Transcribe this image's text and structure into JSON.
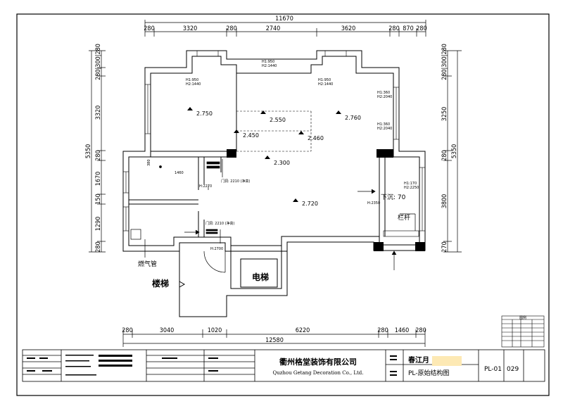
{
  "dims_top": {
    "total": "11670",
    "segments": [
      "280",
      "3320",
      "280",
      "2740",
      "3620",
      "280",
      "870",
      "280"
    ]
  },
  "dims_bottom": {
    "total": "12580",
    "segments": [
      "280",
      "3040",
      "1020",
      "6220",
      "280",
      "1460",
      "280"
    ]
  },
  "dims_left": {
    "total": "5350",
    "segments": [
      "280",
      "3320",
      "1670",
      "150",
      "1290",
      "280"
    ],
    "top_group": "280|300|280"
  },
  "dims_right": {
    "total": "5350",
    "segments": [
      "3250",
      "280",
      "3800",
      "270"
    ],
    "top_group": "280|300|280"
  },
  "levels": [
    "2.750",
    "2.550",
    "2.760",
    "2.450",
    "2.460",
    "2.300",
    "2.720"
  ],
  "window_notes": {
    "w1_h1": "H1:950",
    "w1_h2": "H2:1440",
    "w2_h1": "H1:950",
    "w2_h2": "H2:1440",
    "w3_h1": "H1:950",
    "w3_h2": "H2:1440",
    "w4_h1": "H1:360",
    "w4_h2": "H2:2040",
    "w5_h1": "H1:360",
    "w5_h2": "H2:2040",
    "w6_h1": "H1:170",
    "w6_h2": "H2:2250"
  },
  "small_notes": {
    "h2270": "H:2270",
    "h2350": "H:2350",
    "h2700": "H:2700",
    "dim1460": "1460",
    "dim380": "380",
    "door1": "门洞: 2210 (净高)",
    "door2": "门洞: 2210 (净高)"
  },
  "room_labels": {
    "drop": "下沉: 70",
    "railing": "栏杆",
    "gas": "燃气管",
    "stairs": "楼梯",
    "elevator": "电梯"
  },
  "title_block": {
    "company_cn": "衢州格堂装饰有限公司",
    "company_en": "Quzhou Getang Decoration Co., Ltd.",
    "project": "春江月",
    "drawing_name": "PL-原始结构图",
    "drawing_code": "PL-01",
    "sheet_no": "029"
  },
  "legend": {
    "title": "图例"
  },
  "colors": {
    "line": "#000000",
    "highlight": "#fde9b4"
  }
}
